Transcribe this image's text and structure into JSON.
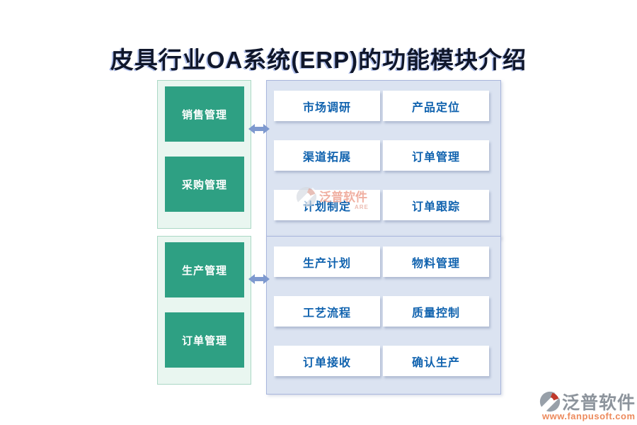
{
  "title": "皮具行业OA系统(ERP)的功能模块介绍",
  "colors": {
    "module_green": "#2ea083",
    "panel_green_bg": "#e9f6f0",
    "panel_green_border": "#abd8c5",
    "panel_blue_bg": "#dbe3f1",
    "panel_blue_border": "#a8b5dc",
    "feature_text_blue": "#1163af",
    "arrow_blue": "#7e99cf",
    "title_color": "#10172b",
    "watermark_pink": "#f0b0a2",
    "logo_gray": "#8d949c",
    "logo_orange": "#ed8a5c"
  },
  "sections": [
    {
      "name": "sales-and-purchase",
      "left_modules": [
        "销售管理",
        "采购管理"
      ],
      "features": [
        "市场调研",
        "产品定位",
        "渠道拓展",
        "订单管理",
        "计划制定",
        "订单跟踪"
      ]
    },
    {
      "name": "production-and-order",
      "left_modules": [
        "生产管理",
        "订单管理"
      ],
      "features": [
        "生产计划",
        "物料管理",
        "工艺流程",
        "质量控制",
        "订单接收",
        "确认生产"
      ]
    }
  ],
  "watermark": {
    "brand": "泛普软件",
    "fragment": "ARE"
  },
  "footer": {
    "brand": "泛普软件",
    "url": "www.fanpusoft.com"
  }
}
